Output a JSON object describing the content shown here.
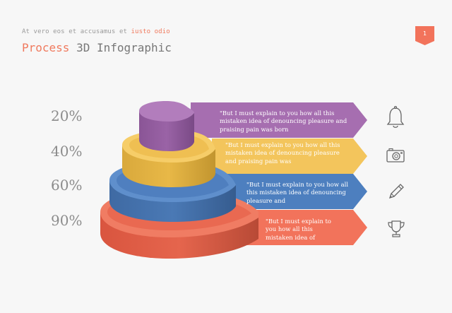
{
  "header": {
    "subtitle_plain": "At vero eos et accusamus et ",
    "subtitle_highlight": "iusto odio",
    "title_highlight": "Process",
    "title_plain": " 3D Infographic",
    "page_number": "1"
  },
  "levels": [
    {
      "percent": "20%",
      "text": "\"But I must explain to you how all this mistaken idea of denouncing pleasure and praising pain was born",
      "color": "#a66eb0",
      "icon": "bell-icon"
    },
    {
      "percent": "40%",
      "text": "\"But I must explain to you how all this mistaken idea of denouncing pleasure and praising pain was",
      "color": "#f3c55c",
      "icon": "camera-icon"
    },
    {
      "percent": "60%",
      "text": "\"But I must explain to you how all this mistaken idea of denouncing pleasure and",
      "color": "#4d7fbf",
      "icon": "pencil-icon"
    },
    {
      "percent": "90%",
      "text": "\"But I must explain to you how all this mistaken idea of",
      "color": "#f2735b",
      "icon": "trophy-icon"
    }
  ],
  "colors": {
    "accent": "#f07a5e",
    "badge": "#f2735b"
  }
}
